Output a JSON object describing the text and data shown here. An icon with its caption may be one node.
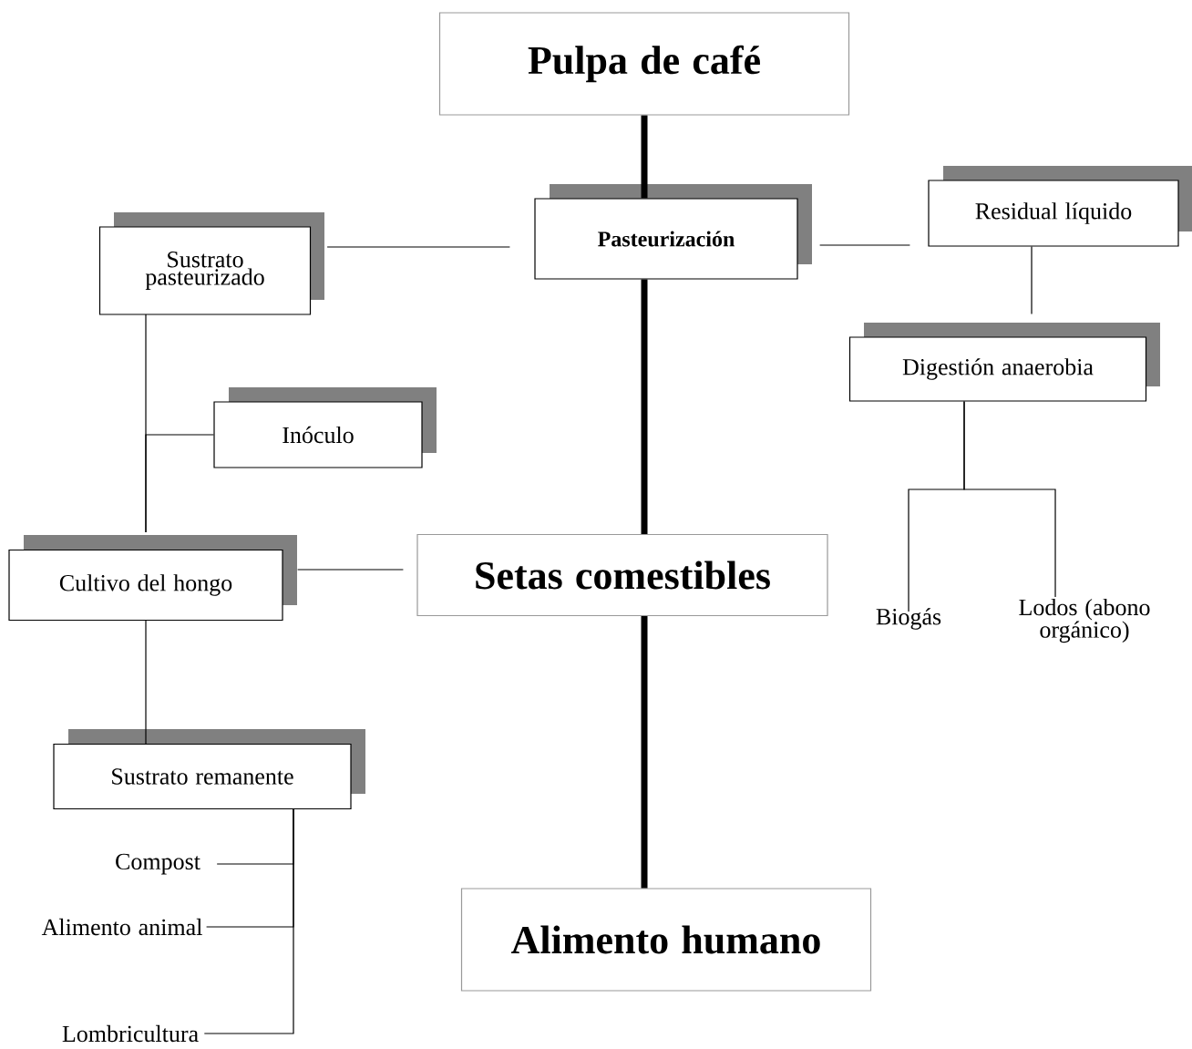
{
  "diagram": {
    "nodes": [
      {
        "text": [
          "Pulpa de café"
        ]
      },
      {
        "text": [
          "Pasteurización"
        ]
      },
      {
        "text": [
          "Sustrato pasteurizado"
        ]
      },
      {
        "text": [
          "Residual líquido"
        ]
      },
      {
        "text": [
          "Digestión anaerobia"
        ]
      },
      {
        "text": [
          "Inóculo"
        ]
      },
      {
        "text": [
          "Cultivo del hongo"
        ]
      },
      {
        "text": [
          "Setas comestibles"
        ]
      },
      {
        "text": [
          "Biogás"
        ]
      },
      {
        "text": [
          "Lodos (abono orgánico)"
        ]
      },
      {
        "text": [
          "Sustrato remanente"
        ]
      },
      {
        "text": [
          "Compost"
        ]
      },
      {
        "text": [
          "Alimento animal"
        ]
      },
      {
        "text": [
          "Lombricultura"
        ]
      },
      {
        "text": [
          "Alimento humano"
        ]
      }
    ],
    "edges": [
      {
        "from": 0,
        "to": 1,
        "arrow": "none",
        "style": "thick"
      },
      {
        "from": 1,
        "to": 2,
        "arrow": "none"
      },
      {
        "from": 1,
        "to": 3,
        "arrow": "none"
      },
      {
        "from": 3,
        "to": 4,
        "arrow": "none"
      },
      {
        "from": 2,
        "to": 6,
        "arrow": "none"
      },
      {
        "from": 5,
        "to": 6,
        "arrow": "none"
      },
      {
        "from": 1,
        "to": 7,
        "arrow": "none",
        "style": "thick"
      },
      {
        "from": 6,
        "to": 7,
        "arrow": "none"
      },
      {
        "from": 4,
        "to": 8,
        "arrow": "none"
      },
      {
        "from": 4,
        "to": 9,
        "arrow": "none"
      },
      {
        "from": 6,
        "to": 10,
        "arrow": "none"
      },
      {
        "from": 10,
        "to": 11,
        "arrow": "none"
      },
      {
        "from": 10,
        "to": 12,
        "arrow": "none"
      },
      {
        "from": 10,
        "to": 13,
        "arrow": "none"
      },
      {
        "from": 7,
        "to": 14,
        "arrow": "none",
        "style": "thick"
      }
    ]
  }
}
